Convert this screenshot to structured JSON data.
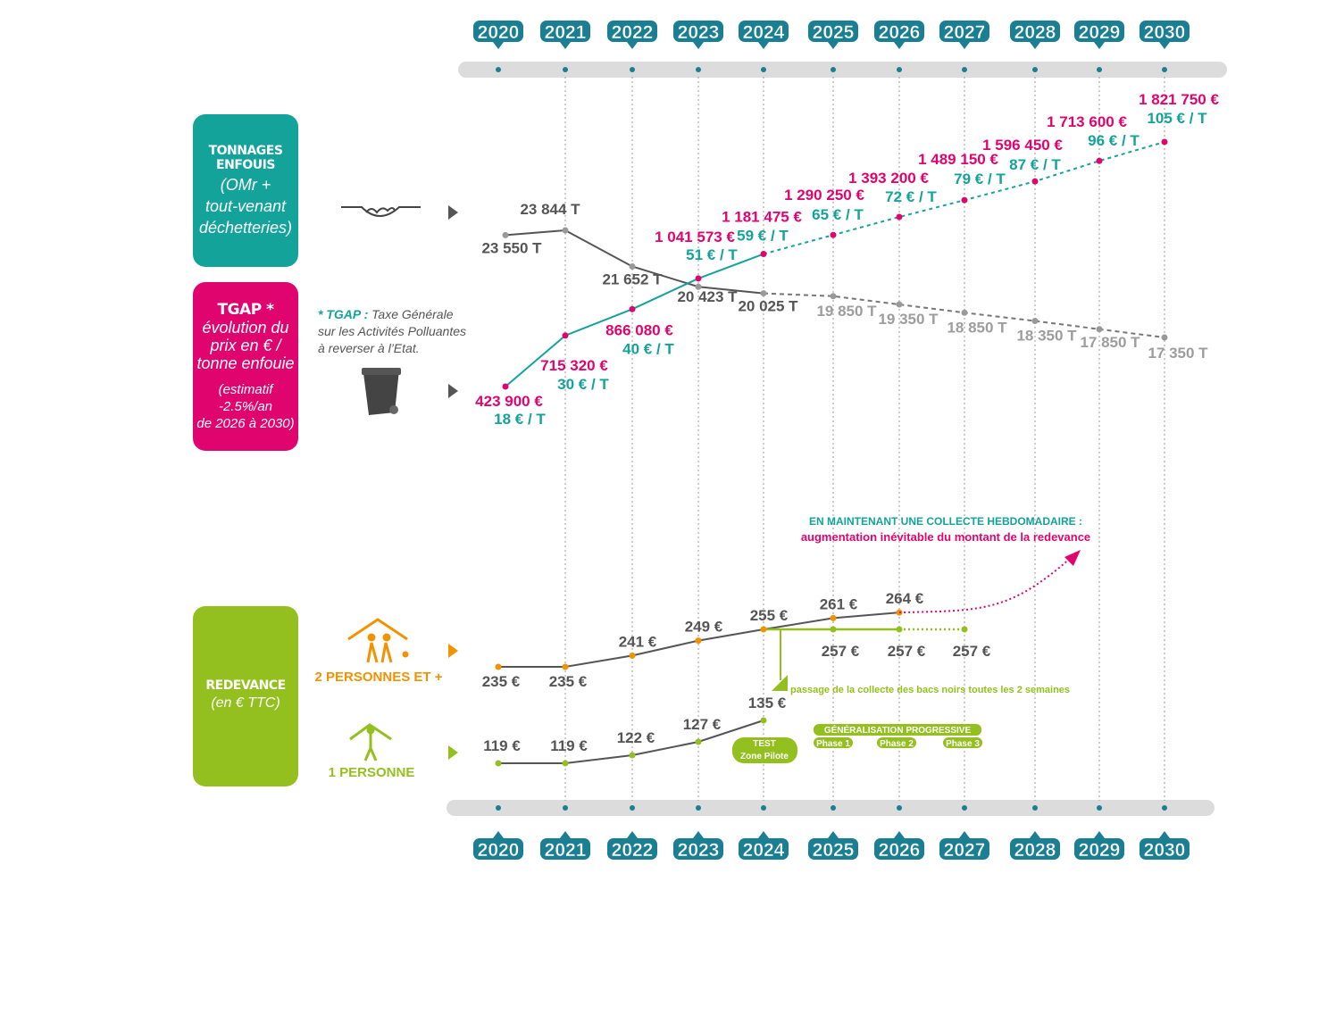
{
  "colors": {
    "teal": "#13a39b",
    "pink": "#e0056e",
    "green": "#93c01f",
    "orange": "#f39200",
    "gray": "#555555",
    "lightgray": "#9d9d9d",
    "yeartag": "#1b7f93",
    "track": "#dcdcdc"
  },
  "boxes": {
    "tonnages": {
      "title1": "TONNAGES",
      "title2": "ENFOUIS",
      "sub1": "(OMr  +",
      "sub2": "tout-venant",
      "sub3": "déchetteries)"
    },
    "tgap": {
      "title": "TGAP *",
      "sub1": "évolution du",
      "sub2": "prix en € /",
      "sub3": "tonne enfouie",
      "note1": "(estimatif",
      "note2": "-2.5%/an",
      "note3": "de 2026 à 2030)"
    },
    "redevance": {
      "title": "REDEVANCE",
      "sub": "(en € TTC)"
    }
  },
  "tgap_note": {
    "key": "* TGAP :",
    "line1": " Taxe Générale",
    "line2": "sur les Activités Polluantes",
    "line3": "à reverser à l’Etat."
  },
  "icons": {
    "landfill": "landfill-icon",
    "bin": "trash-bin-icon",
    "family": "family-house-icon",
    "person": "person-icon"
  },
  "household_labels": {
    "two_plus": "2 PERSONNES ET +",
    "one": "1 PERSONNE"
  },
  "annotations": {
    "weekly_title": "EN MAINTENANT UNE COLLECTE HEBDOMADAIRE :",
    "weekly_sub": "augmentation inévitable du montant de la redevance",
    "biweekly": "passage de la collecte des bacs noirs toutes les 2 semaines",
    "test1": "TEST",
    "test2": "Zone Pilote",
    "generalisation": "GÉNÉRALISATION PROGRESSIVE",
    "phases": [
      "Phase 1",
      "Phase 2",
      "Phase 3"
    ]
  },
  "chart_data": {
    "type": "line",
    "x": [
      "2020",
      "2021",
      "2022",
      "2023",
      "2024",
      "2025",
      "2026",
      "2027",
      "2028",
      "2029",
      "2030"
    ],
    "series": [
      {
        "name": "TONNAGES ENFOUIS",
        "unit": "T",
        "values": [
          23550,
          23844,
          21652,
          20423,
          20025,
          19850,
          19350,
          18850,
          18350,
          17850,
          17350
        ],
        "labels": [
          "23 550 T",
          "23 844 T",
          "21 652 T",
          "20 423 T",
          "20 025 T",
          "19 850 T",
          "19 350 T",
          "18 850 T",
          "18 350 T",
          "17 850 T",
          "17 350 T"
        ],
        "estimated_from": "2025"
      },
      {
        "name": "TGAP",
        "unit": "€",
        "values": [
          423900,
          715320,
          866080,
          1041573,
          1181475,
          1290250,
          1393200,
          1489150,
          1596450,
          1713600,
          1821750
        ],
        "labels": [
          "423 900 €",
          "715 320 €",
          "866 080 €",
          "1 041 573 €",
          "1 181 475 €",
          "1 290 250 €",
          "1 393 200 €",
          "1 489 150 €",
          "1 596 450 €",
          "1 713 600 €",
          "1 821 750 €"
        ],
        "rate_values": [
          18,
          30,
          40,
          51,
          59,
          65,
          72,
          79,
          87,
          96,
          105
        ],
        "rate_labels": [
          "18 € / T",
          "30 € / T",
          "40 € / T",
          "51 € / T",
          "59 € / T",
          "65 € / T",
          "72 € / T",
          "79 € / T",
          "87 € / T",
          "96 € / T",
          "105 € / T"
        ],
        "estimated_from": "2025"
      },
      {
        "name": "2 PERSONNES ET +",
        "unit": "€",
        "values": [
          235,
          235,
          241,
          249,
          255,
          261,
          264,
          null,
          null,
          null,
          null
        ],
        "labels": [
          "235 €",
          "235 €",
          "241 €",
          "249 €",
          "255 €",
          "261 €",
          "264 €"
        ]
      },
      {
        "unit": "€",
        "values": [
          null,
          null,
          null,
          null,
          255,
          257,
          257,
          257,
          null,
          null,
          null
        ],
        "labels": [
          "",
          "",
          "",
          "",
          "",
          "257 €",
          "257 €",
          "257 €"
        ]
      },
      {
        "name": "1 PERSONNE",
        "unit": "€",
        "values": [
          119,
          119,
          122,
          127,
          135,
          null,
          null,
          null,
          null,
          null,
          null
        ],
        "labels": [
          "119 €",
          "119 €",
          "122 €",
          "127 €",
          "135 €"
        ]
      }
    ]
  }
}
